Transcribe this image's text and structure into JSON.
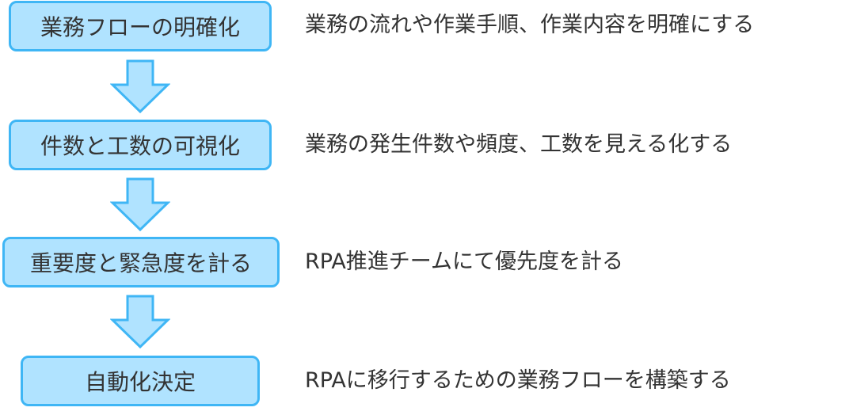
{
  "steps": [
    {
      "label": "業務フローの明確化",
      "description": "業務の流れや作業手順、作業内容を明確にする"
    },
    {
      "label": "件数と工数の可視化",
      "description": "業務の発生件数や頻度、工数を見える化する"
    },
    {
      "label": "重要度と緊急度を計る",
      "description": "RPA推進チームにて優先度を計る"
    },
    {
      "label": "自動化決定",
      "description": "RPAに移行するための業務フローを構築する"
    }
  ],
  "colors": {
    "box_fill": "#b0e3ff",
    "box_border": "#3fb6f5",
    "text": "#333333"
  }
}
